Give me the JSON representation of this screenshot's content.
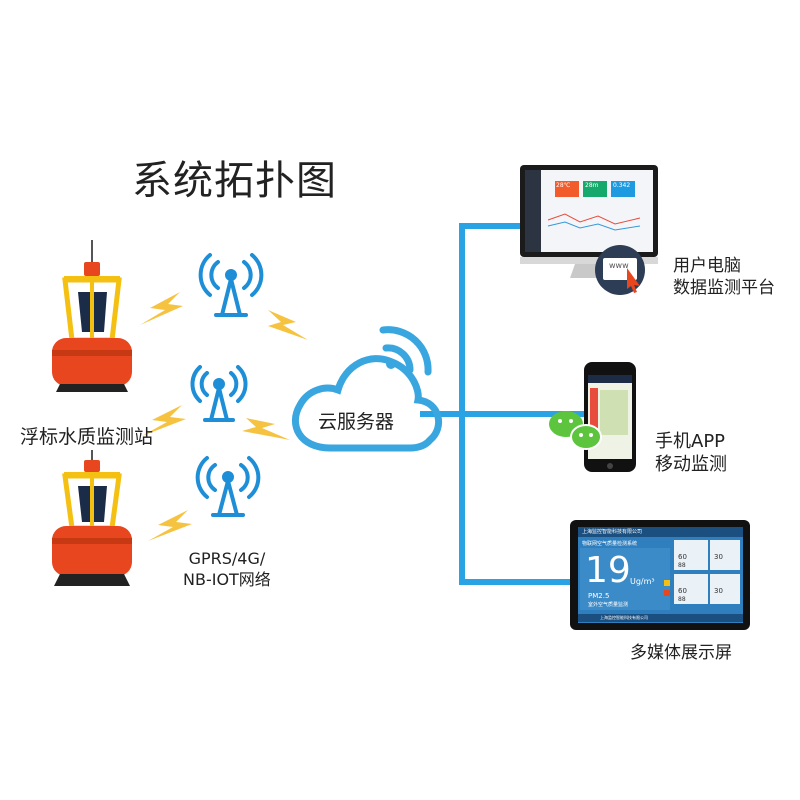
{
  "title": "系统拓扑图",
  "cloud": {
    "label": "云服务器"
  },
  "buoy": {
    "label": "浮标水质监测站"
  },
  "network": {
    "label_line1": "GPRS/4G/",
    "label_line2": "NB-IOT网络"
  },
  "pc": {
    "label_line1": "用户电脑",
    "label_line2": "数据监测平台",
    "browser_badge": "www",
    "dashboard_values": [
      "28℃",
      "28m",
      "0.342"
    ]
  },
  "phone": {
    "label_line1": "手机APP",
    "label_line2": "移动监测"
  },
  "display": {
    "label": "多媒体展示屏",
    "header": "上海监控智能科技有限公司",
    "subheader": "物联网空气质量检测系统",
    "big_value": "19",
    "big_unit": "Ug/m³",
    "pm_label": "PM2.5",
    "pm_sub": "室外空气质量监测",
    "card_values": [
      "60",
      "30",
      "88",
      "60",
      "30",
      "88"
    ],
    "footer": "上海监控智能科技有限公司"
  },
  "colors": {
    "line": "#29a3e3",
    "cloud": "#3aa6e0",
    "bolt": "#f6c341",
    "buoy_red": "#e8461e",
    "buoy_yellow": "#f4c012",
    "antenna": "#1e8fd6"
  }
}
